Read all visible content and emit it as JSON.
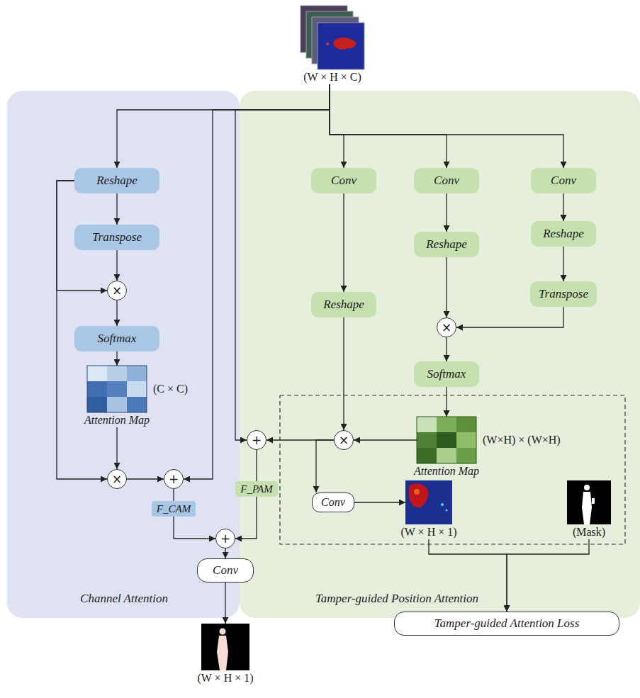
{
  "diagram": {
    "nodes": [
      {
        "text": [
          "(W × H × C)"
        ]
      },
      {
        "text": [
          "Channel Attention"
        ]
      },
      {
        "text": [
          "Reshape"
        ],
        "in": 1
      },
      {
        "text": [
          "Transpose"
        ],
        "in": 1
      },
      {
        "text": [
          "×"
        ],
        "in": 1
      },
      {
        "text": [
          "Softmax"
        ],
        "in": 1
      },
      {
        "text": [
          "(C × C)",
          "Attention Map"
        ],
        "in": 1
      },
      {
        "text": [
          "×"
        ],
        "in": 1
      },
      {
        "text": [
          "+"
        ],
        "in": 1
      },
      {
        "text": [
          "Tamper-guided Position Attention"
        ]
      },
      {
        "text": [
          "Conv"
        ],
        "in": 9
      },
      {
        "text": [
          "Conv"
        ],
        "in": 9
      },
      {
        "text": [
          "Conv"
        ],
        "in": 9
      },
      {
        "text": [
          "Reshape"
        ],
        "in": 9
      },
      {
        "text": [
          "Reshape"
        ],
        "in": 9
      },
      {
        "text": [
          "Transpose"
        ],
        "in": 9
      },
      {
        "text": [
          "Reshape"
        ],
        "in": 9
      },
      {
        "text": [
          "×"
        ],
        "in": 9
      },
      {
        "text": [
          "Softmax"
        ],
        "in": 9
      },
      {
        "text": [
          "(W×H) × (W×H)",
          "Attention Map"
        ],
        "in": 9
      },
      {
        "text": [
          "×"
        ],
        "in": 9
      },
      {
        "text": [
          "+"
        ],
        "in": 9
      },
      {
        "text": [
          "Conv"
        ],
        "in": 9
      },
      {
        "text": [
          "(W × H × 1)"
        ],
        "in": 9
      },
      {
        "text": [
          "(Mask)"
        ],
        "in": 9
      },
      {
        "text": [
          "+"
        ],
        "in": 1
      },
      {
        "text": [
          "Conv"
        ]
      },
      {
        "text": [
          "(W × H × 1)"
        ]
      },
      {
        "text": [
          "Tamper-guided Attention Loss"
        ]
      }
    ],
    "edges": [
      {
        "from": 0,
        "to": 2,
        "arrow": "to"
      },
      {
        "from": 0,
        "to": 8,
        "arrow": "to"
      },
      {
        "from": 0,
        "to": 21,
        "arrow": "to"
      },
      {
        "from": 0,
        "to": 10,
        "arrow": "to"
      },
      {
        "from": 0,
        "to": 11,
        "arrow": "to"
      },
      {
        "from": 0,
        "to": 12,
        "arrow": "to"
      },
      {
        "from": 2,
        "to": 3,
        "arrow": "to"
      },
      {
        "from": 3,
        "to": 4,
        "arrow": "to"
      },
      {
        "from": 2,
        "to": 4,
        "arrow": "to"
      },
      {
        "from": 2,
        "to": 7,
        "arrow": "to"
      },
      {
        "from": 4,
        "to": 5,
        "arrow": "to"
      },
      {
        "from": 5,
        "to": 6,
        "arrow": "to"
      },
      {
        "from": 6,
        "to": 7,
        "arrow": "to"
      },
      {
        "from": 7,
        "to": 8,
        "arrow": "to"
      },
      {
        "from": 8,
        "to": 25,
        "label": "F_CAM",
        "arrow": "to"
      },
      {
        "from": 10,
        "to": 16,
        "arrow": "to"
      },
      {
        "from": 16,
        "to": 20,
        "arrow": "to"
      },
      {
        "from": 11,
        "to": 14,
        "arrow": "to"
      },
      {
        "from": 14,
        "to": 17,
        "arrow": "to"
      },
      {
        "from": 12,
        "to": 13,
        "arrow": "to"
      },
      {
        "from": 13,
        "to": 15,
        "arrow": "to"
      },
      {
        "from": 15,
        "to": 17,
        "arrow": "to"
      },
      {
        "from": 17,
        "to": 18,
        "arrow": "to"
      },
      {
        "from": 18,
        "to": 19,
        "arrow": "to"
      },
      {
        "from": 19,
        "to": 20,
        "arrow": "to"
      },
      {
        "from": 20,
        "to": 21,
        "arrow": "to"
      },
      {
        "from": 20,
        "to": 22,
        "arrow": "to"
      },
      {
        "from": 22,
        "to": 23,
        "arrow": "to"
      },
      {
        "from": 23,
        "to": 28,
        "arrow": "to"
      },
      {
        "from": 24,
        "to": 28,
        "arrow": "to"
      },
      {
        "from": 21,
        "to": 25,
        "label": "F_PAM",
        "arrow": "to"
      },
      {
        "from": 25,
        "to": 26,
        "arrow": "to"
      },
      {
        "from": 26,
        "to": 27,
        "arrow": "to"
      }
    ]
  }
}
